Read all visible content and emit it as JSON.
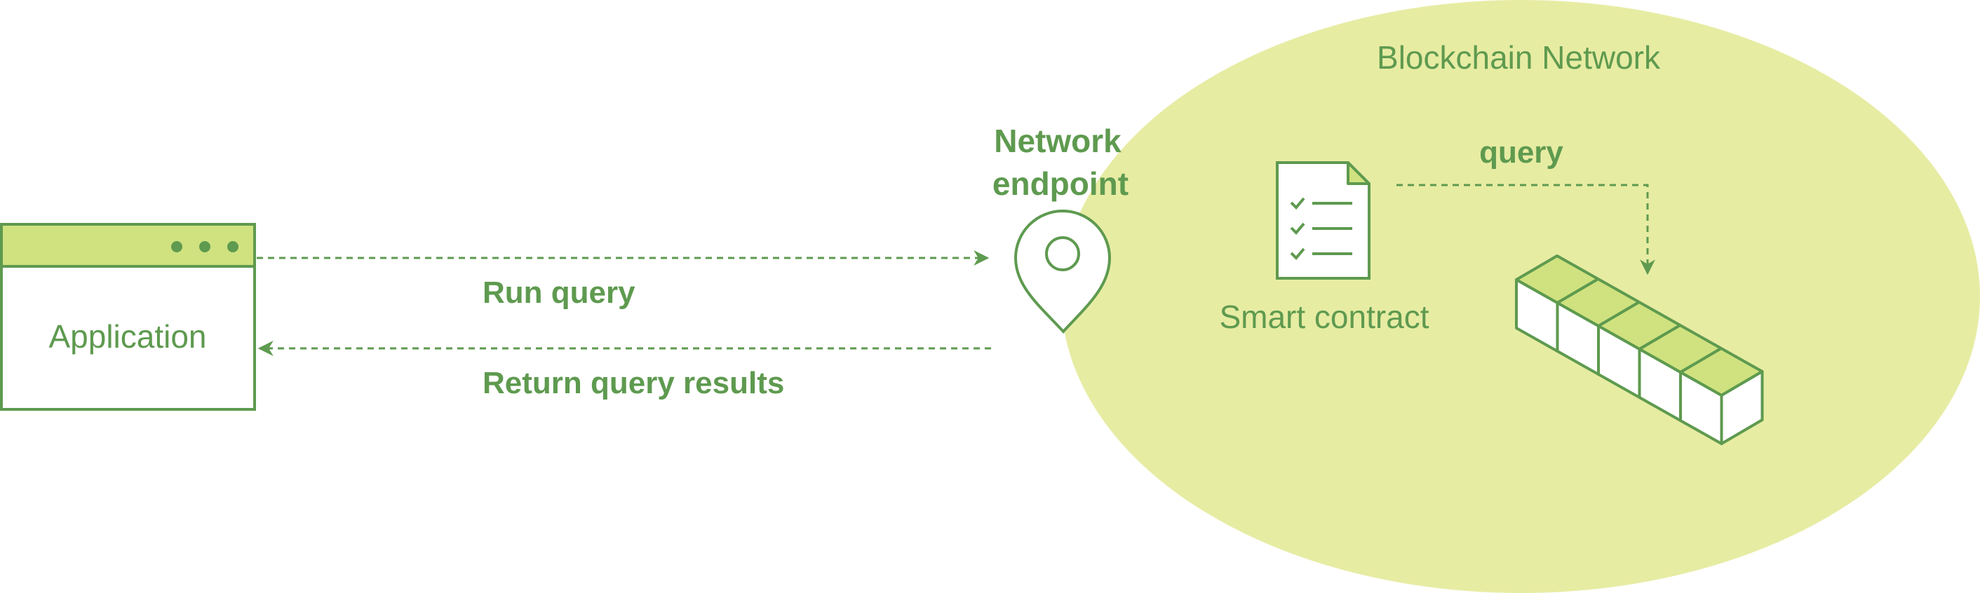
{
  "colors": {
    "green": "#5e9a4f",
    "light_green": "#cfe27f",
    "network_fill": "#e7eca3",
    "white": "#ffffff"
  },
  "application": {
    "label": "Application",
    "titlebar_dots": 3
  },
  "arrows": {
    "run_query": "Run query",
    "return_results": "Return query results",
    "query": "query"
  },
  "endpoint": {
    "label_line1": "Network",
    "label_line2": "endpoint",
    "icon": "map-pin-icon"
  },
  "network": {
    "label": "Blockchain Network"
  },
  "smart_contract": {
    "label": "Smart contract",
    "icon": "document-checklist-icon",
    "checklist_items": 3
  },
  "ledger": {
    "icon": "blockchain-blocks-icon",
    "block_count": 5
  }
}
